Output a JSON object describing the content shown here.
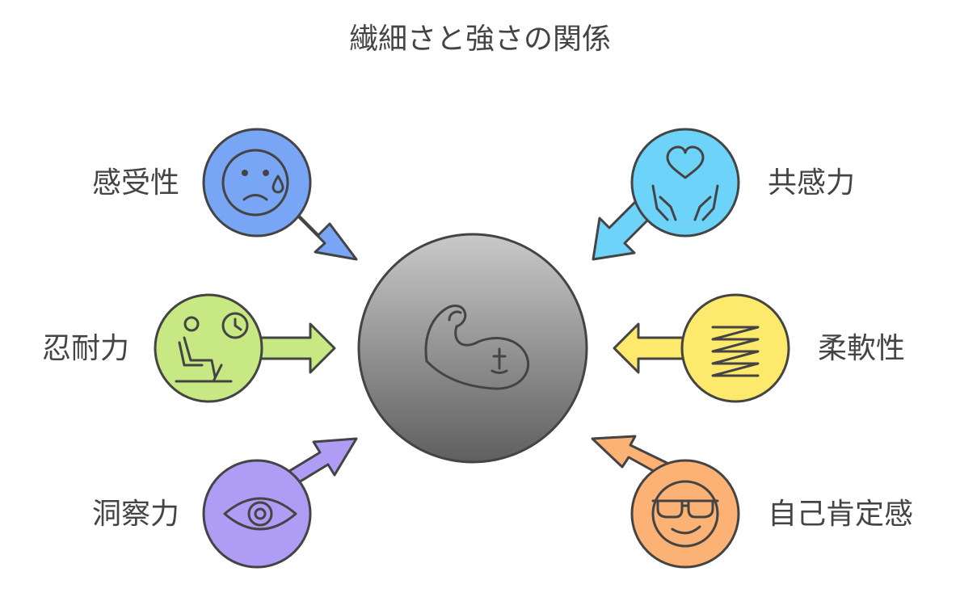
{
  "title": "繊細さと強さの関係",
  "center": {
    "icon": "flexed-biceps-icon"
  },
  "nodes": [
    {
      "id": "sensitivity",
      "label": "感受性",
      "icon": "sad-tear-face-icon",
      "color": "#78a6f5"
    },
    {
      "id": "empathy",
      "label": "共感力",
      "icon": "hands-heart-icon",
      "color": "#6dd3f8"
    },
    {
      "id": "patience",
      "label": "忍耐力",
      "icon": "waiting-person-clock-icon",
      "color": "#c7e882"
    },
    {
      "id": "flexibility",
      "label": "柔軟性",
      "icon": "spring-coil-icon",
      "color": "#fde96b"
    },
    {
      "id": "insight",
      "label": "洞察力",
      "icon": "eye-icon",
      "color": "#ae9cf5"
    },
    {
      "id": "self-esteem",
      "label": "自己肯定感",
      "icon": "cool-sunglasses-face-icon",
      "color": "#fbb274"
    }
  ]
}
